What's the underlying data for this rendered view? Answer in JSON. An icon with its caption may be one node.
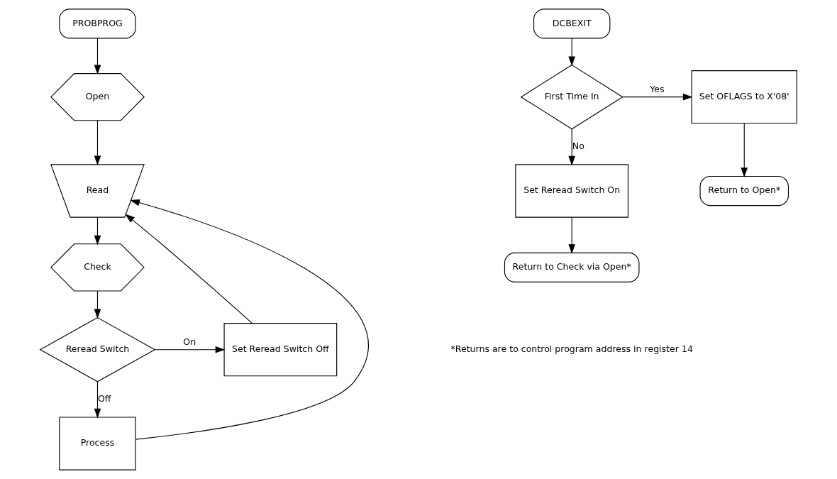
{
  "diagram": {
    "nodes": [
      {
        "text": [
          "PROBPROG"
        ]
      },
      {
        "text": [
          "Open"
        ]
      },
      {
        "text": [
          "Read"
        ]
      },
      {
        "text": [
          "Check"
        ]
      },
      {
        "text": [
          "Reread Switch"
        ]
      },
      {
        "text": [
          "Set Reread Switch Off"
        ]
      },
      {
        "text": [
          "Process"
        ]
      },
      {
        "text": [
          "DCBEXIT"
        ]
      },
      {
        "text": [
          "First Time In"
        ]
      },
      {
        "text": [
          "Set OFLAGS to X'08'"
        ]
      },
      {
        "text": [
          "Return to Open*"
        ]
      },
      {
        "text": [
          "Set Reread Switch On"
        ]
      },
      {
        "text": [
          "Return to Check via Open*"
        ]
      }
    ],
    "edges": [
      {
        "from": 0,
        "to": 1,
        "arrow": "to"
      },
      {
        "from": 1,
        "to": 2,
        "arrow": "to"
      },
      {
        "from": 2,
        "to": 3,
        "arrow": "to"
      },
      {
        "from": 3,
        "to": 4,
        "arrow": "to"
      },
      {
        "from": 4,
        "to": 5,
        "arrow": "to",
        "label": "On"
      },
      {
        "from": 4,
        "to": 6,
        "arrow": "to",
        "label": "Off"
      },
      {
        "from": 5,
        "to": 2,
        "arrow": "to"
      },
      {
        "from": 6,
        "to": 2,
        "arrow": "to"
      },
      {
        "from": 7,
        "to": 8,
        "arrow": "to"
      },
      {
        "from": 8,
        "to": 9,
        "arrow": "to",
        "label": "Yes"
      },
      {
        "from": 8,
        "to": 11,
        "arrow": "to",
        "label": "No"
      },
      {
        "from": 9,
        "to": 10,
        "arrow": "to"
      },
      {
        "from": 11,
        "to": 12,
        "arrow": "to"
      }
    ],
    "labels": [
      "*Returns are to control program address in register 14"
    ]
  }
}
